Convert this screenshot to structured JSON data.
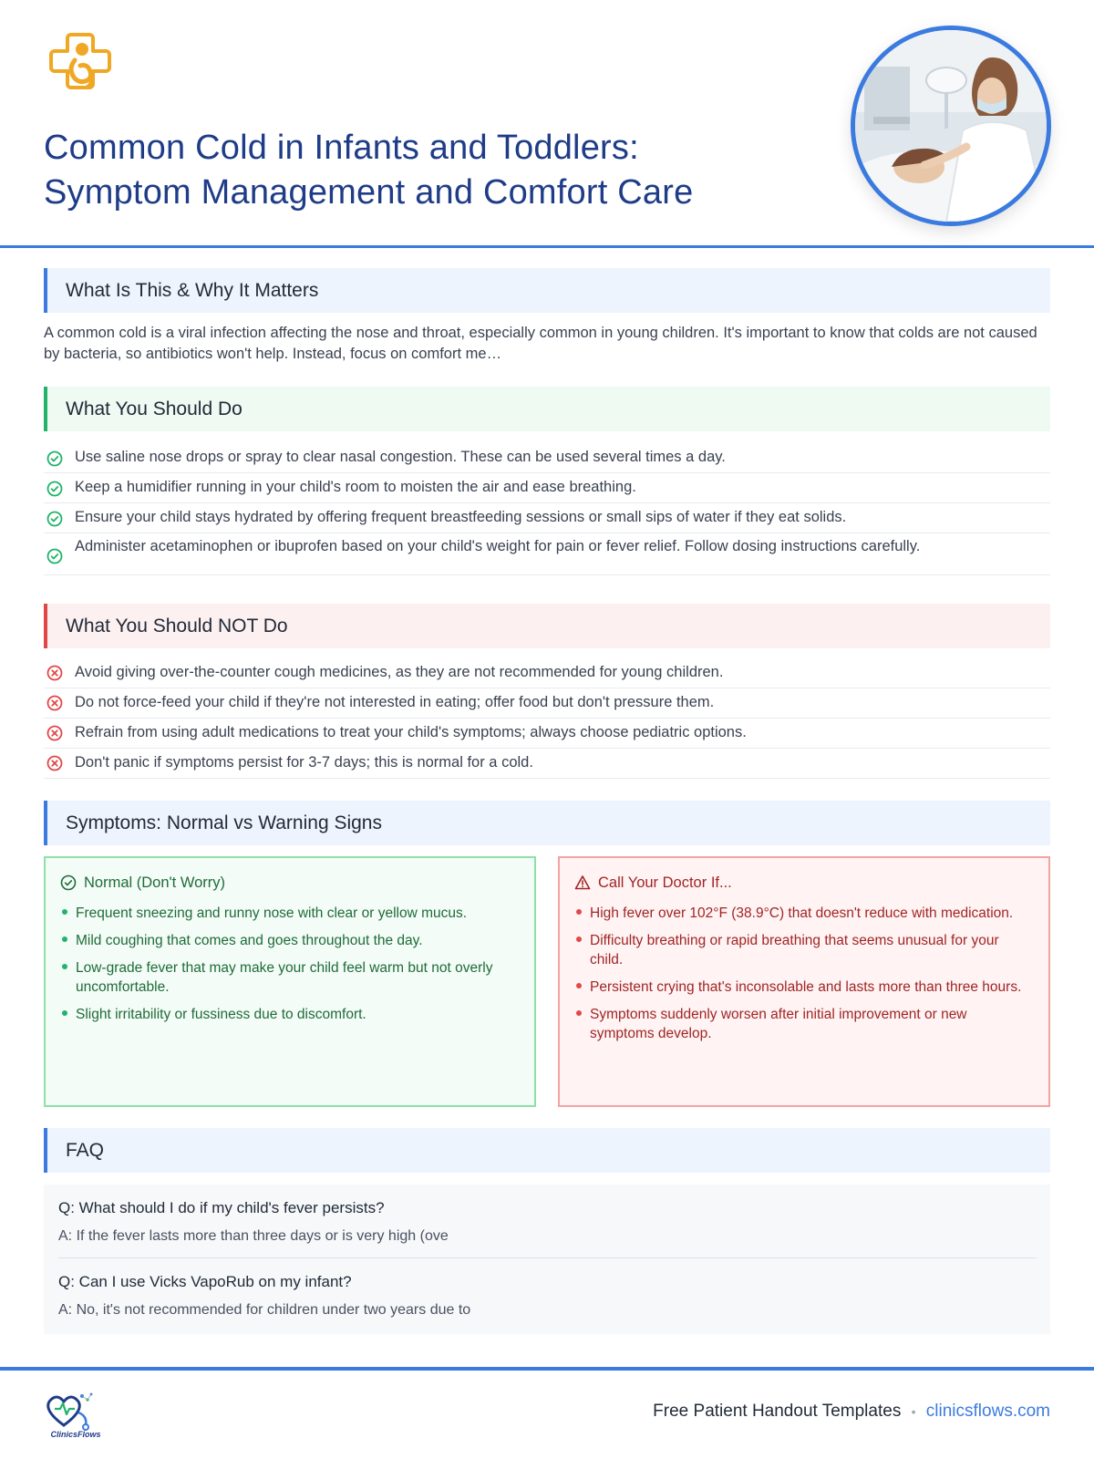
{
  "header": {
    "title_line1": "Common Cold in Infants and Toddlers:",
    "title_line2": "Symptom Management and Comfort Care",
    "logo_icon": "medical-cross-baby-icon",
    "photo": "clinician-with-patient-photo",
    "accent_color": "#3b7be0",
    "logo_color": "#f0a824"
  },
  "what_is": {
    "heading": "What Is This & Why It Matters",
    "body": "A common cold is a viral infection affecting the nose and throat, especially common in young children. It's important to know that colds are not caused by bacteria, so antibiotics won't help. Instead, focus on comfort me…"
  },
  "do": {
    "heading": "What You Should Do",
    "icon": "check-circle-icon",
    "color": "#22b36a",
    "items": [
      "Use saline nose drops or spray to clear nasal congestion. These can be used several times a day.",
      "Keep a humidifier running in your child's room to moisten the air and ease breathing.",
      "Ensure your child stays hydrated by offering frequent breastfeeding sessions or small sips of water if they eat solids.",
      "Administer acetaminophen or ibuprofen based on your child's weight for pain or fever relief. Follow dosing instructions carefully."
    ]
  },
  "dont": {
    "heading": "What You Should NOT Do",
    "icon": "x-circle-icon",
    "color": "#e04848",
    "items": [
      "Avoid giving over-the-counter cough medicines, as they are not recommended for young children.",
      "Do not force-feed your child if they're not interested in eating; offer food but don't pressure them.",
      "Refrain from using adult medications to treat your child's symptoms; always choose pediatric options.",
      "Don't panic if symptoms persist for 3-7 days; this is normal for a cold."
    ]
  },
  "symptoms": {
    "heading": "Symptoms: Normal vs Warning Signs",
    "normal": {
      "title": "Normal (Don't Worry)",
      "icon": "check-circle-icon",
      "items": [
        "Frequent sneezing and runny nose with clear or yellow mucus.",
        "Mild coughing that comes and goes throughout the day.",
        "Low-grade fever that may make your child feel warm but not overly uncomfortable.",
        "Slight irritability or fussiness due to discomfort."
      ]
    },
    "warning": {
      "title": "Call Your Doctor If...",
      "icon": "warning-triangle-icon",
      "items": [
        "High fever over 102°F (38.9°C) that doesn't reduce with medication.",
        "Difficulty breathing or rapid breathing that seems unusual for your child.",
        "Persistent crying that's inconsolable and lasts more than three hours.",
        "Symptoms suddenly worsen after initial improvement or new symptoms develop."
      ]
    }
  },
  "faq": {
    "heading": "FAQ",
    "items": [
      {
        "q": "Q: What should I do if my child's fever persists?",
        "a": "A: If the fever lasts more than three days or is very high (ove"
      },
      {
        "q": "Q: Can I use Vicks VapoRub on my infant?",
        "a": "A: No, it's not recommended for children under two years due to"
      }
    ]
  },
  "footer": {
    "logo_text": "ClinicsFlows",
    "tagline": "Free Patient Handout Templates",
    "separator": "•",
    "url": "clinicsflows.com"
  }
}
